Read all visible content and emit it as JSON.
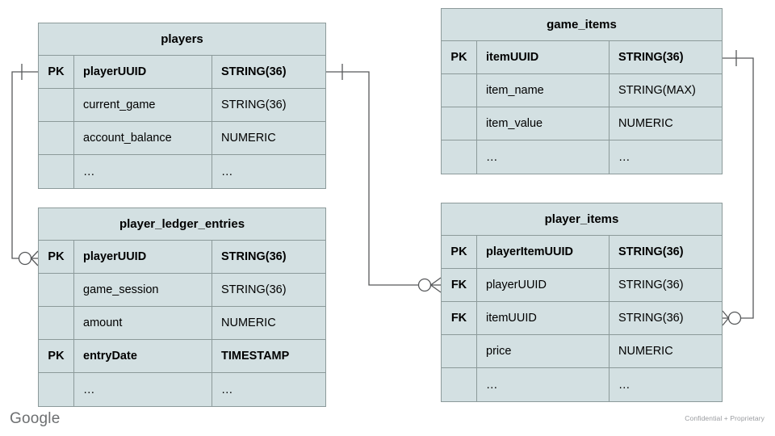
{
  "diagram": {
    "type": "entity-relationship-diagram",
    "notation": "crows-foot",
    "background_color": "#ffffff",
    "entity_fill_color": "#d3e0e2",
    "entity_border_color": "#8c9a9a",
    "connector_color": "#57595b"
  },
  "entities": [
    {
      "id": "players",
      "title": "players",
      "columns": [
        {
          "key": "PK",
          "name": "playerUUID",
          "type": "STRING(36)",
          "bold": true
        },
        {
          "key": "",
          "name": "current_game",
          "type": "STRING(36)",
          "bold": false
        },
        {
          "key": "",
          "name": "account_balance",
          "type": "NUMERIC",
          "bold": false
        },
        {
          "key": "",
          "name": "…",
          "type": "…",
          "bold": false
        }
      ]
    },
    {
      "id": "player_ledger_entries",
      "title": "player_ledger_entries",
      "columns": [
        {
          "key": "PK",
          "name": "playerUUID",
          "type": "STRING(36)",
          "bold": true
        },
        {
          "key": "",
          "name": "game_session",
          "type": "STRING(36)",
          "bold": false
        },
        {
          "key": "",
          "name": "amount",
          "type": "NUMERIC",
          "bold": false
        },
        {
          "key": "PK",
          "name": "entryDate",
          "type": "TIMESTAMP",
          "bold": true
        },
        {
          "key": "",
          "name": "…",
          "type": "…",
          "bold": false
        }
      ]
    },
    {
      "id": "game_items",
      "title": "game_items",
      "columns": [
        {
          "key": "PK",
          "name": "itemUUID",
          "type": "STRING(36)",
          "bold": true
        },
        {
          "key": "",
          "name": "item_name",
          "type": "STRING(MAX)",
          "bold": false
        },
        {
          "key": "",
          "name": "item_value",
          "type": "NUMERIC",
          "bold": false
        },
        {
          "key": "",
          "name": "…",
          "type": "…",
          "bold": false
        }
      ]
    },
    {
      "id": "player_items",
      "title": "player_items",
      "columns": [
        {
          "key": "PK",
          "name": "playerItemUUID",
          "type": "STRING(36)",
          "bold": true
        },
        {
          "key": "FK",
          "name": "playerUUID",
          "type": "STRING(36)",
          "bold": false
        },
        {
          "key": "FK",
          "name": "itemUUID",
          "type": "STRING(36)",
          "bold": false
        },
        {
          "key": "",
          "name": "price",
          "type": "NUMERIC",
          "bold": false
        },
        {
          "key": "",
          "name": "…",
          "type": "…",
          "bold": false
        }
      ]
    }
  ],
  "relationships": [
    {
      "id": "players-to-ledger",
      "from_entity": "players",
      "from_column": "playerUUID",
      "from_cardinality": "one",
      "to_entity": "player_ledger_entries",
      "to_column": "playerUUID",
      "to_cardinality": "zero-or-many"
    },
    {
      "id": "players-to-player-items",
      "from_entity": "players",
      "from_column": "playerUUID",
      "from_cardinality": "one",
      "to_entity": "player_items",
      "to_column": "playerUUID",
      "to_cardinality": "zero-or-many"
    },
    {
      "id": "game-items-to-player-items",
      "from_entity": "game_items",
      "from_column": "itemUUID",
      "from_cardinality": "one",
      "to_entity": "player_items",
      "to_column": "itemUUID",
      "to_cardinality": "zero-or-many"
    }
  ],
  "footer": {
    "logo_text": "Google",
    "note": "Confidential + Proprietary"
  }
}
